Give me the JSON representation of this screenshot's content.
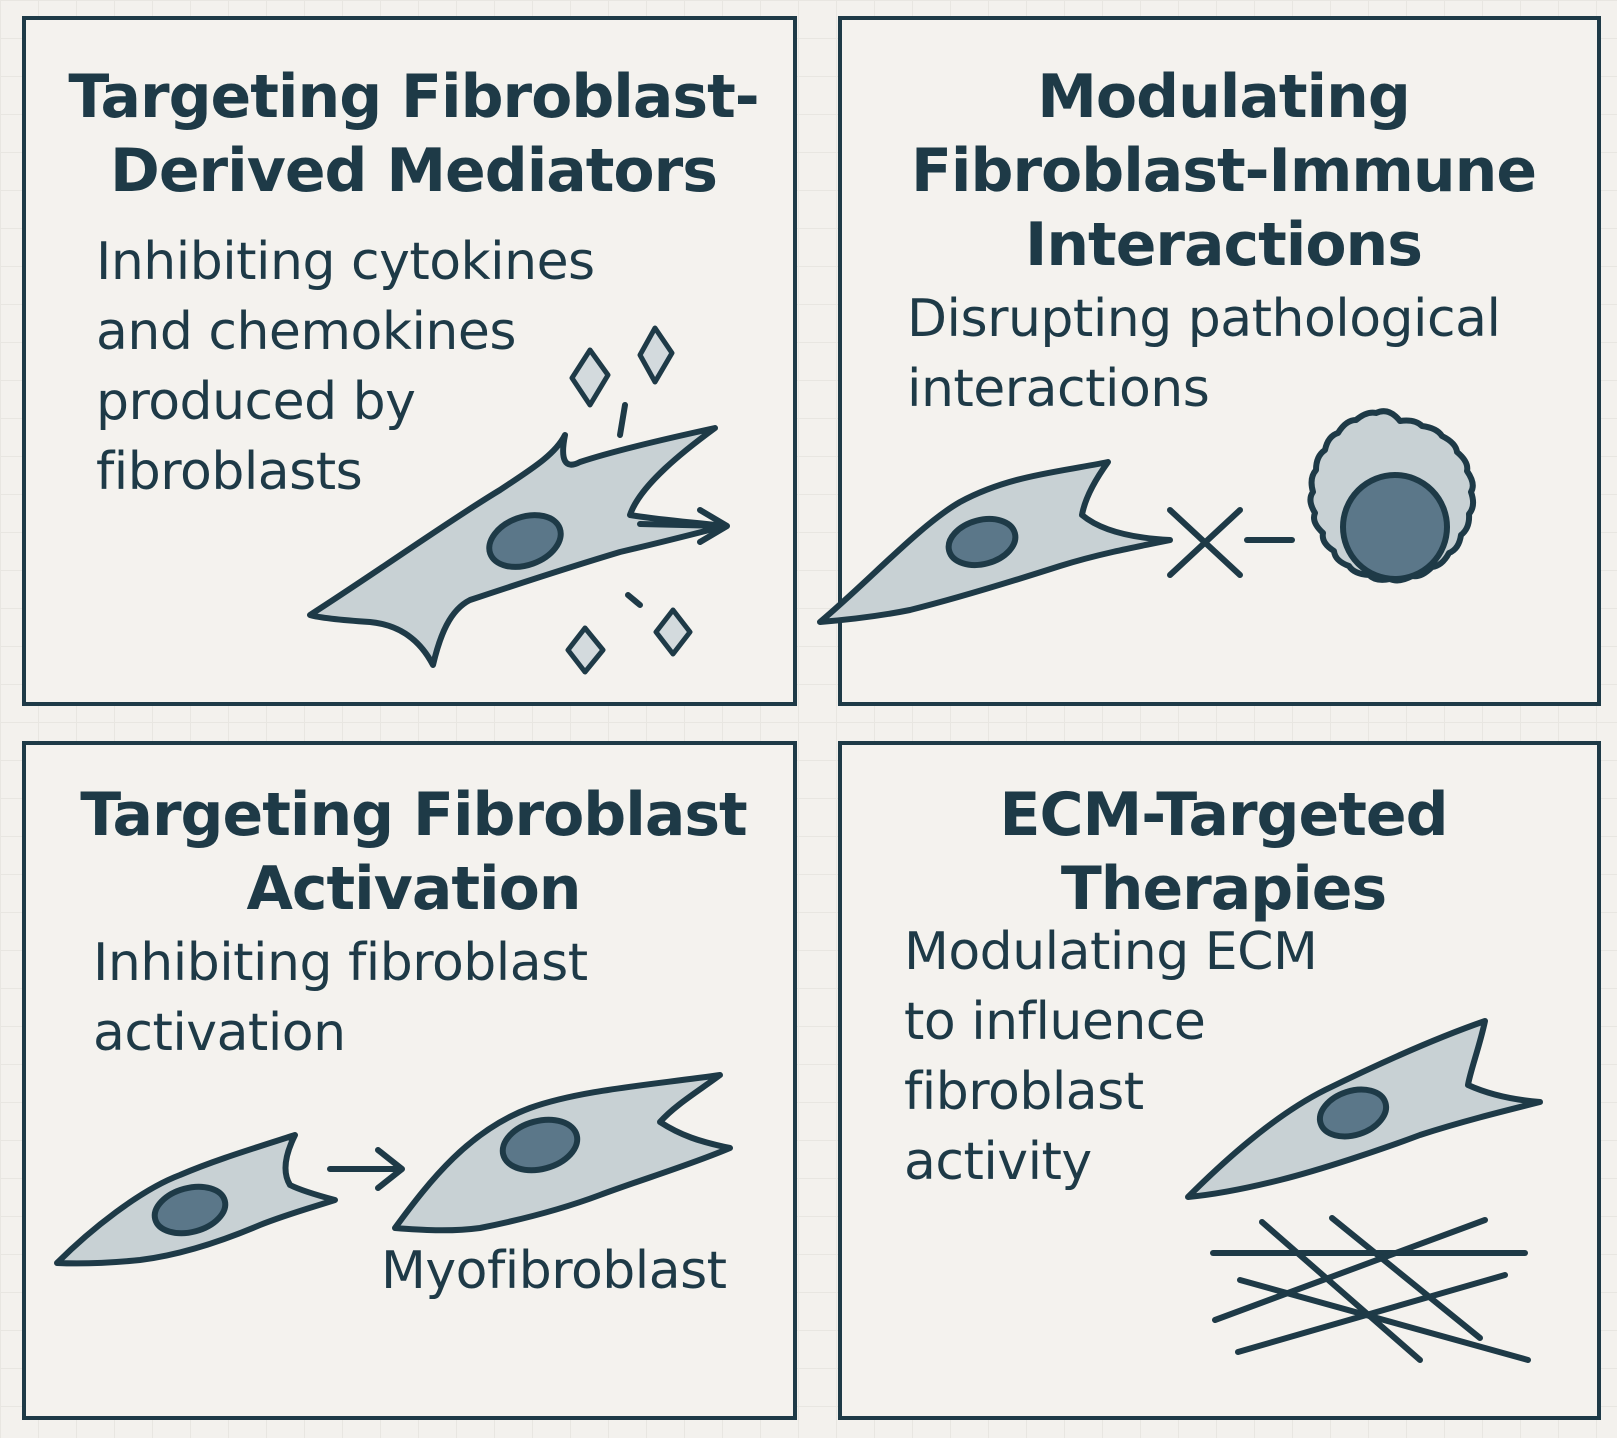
{
  "panels": [
    {
      "title_lines": [
        "Targeting Fibroblast-",
        "Derived Mediators"
      ],
      "desc_lines": [
        "Inhibiting cytokines",
        "and chemokines",
        "produced by",
        "fibroblasts"
      ]
    },
    {
      "title_lines": [
        "Modulating",
        "Fibroblast-Immune",
        "Interactions"
      ],
      "desc_lines": [
        "Disrupting pathological",
        "interactions"
      ]
    },
    {
      "title_lines": [
        "Targeting Fibroblast",
        "Activation"
      ],
      "desc_lines": [
        "Inhibiting fibroblast",
        "activation"
      ],
      "label": "Myofibroblast"
    },
    {
      "title_lines": [
        "ECM-Targeted",
        "Therapies"
      ],
      "desc_lines": [
        "Modulating ECM",
        "to influence",
        "fibroblast",
        "activity"
      ]
    }
  ],
  "colors": {
    "ink": "#1e3a47",
    "cell_fill": "#c8d1d4",
    "nucleus_fill": "#5b7789",
    "background": "#f3f1ed"
  }
}
